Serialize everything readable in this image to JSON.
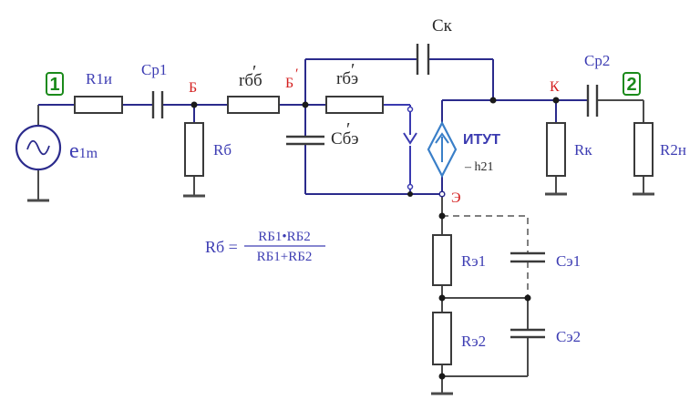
{
  "ports": {
    "input": "1",
    "output": "2"
  },
  "source": {
    "name_main": "e",
    "name_sub": "1m"
  },
  "components": {
    "r1": "R1и",
    "cp1": "Cp1",
    "rb": "Rб",
    "rbb": "rбб",
    "rbe": "rбэ",
    "cbe": "Cбэ",
    "ck": "Cк",
    "itut": "ИТУТ",
    "itut_gain": "– h21",
    "rk": "Rк",
    "cp2": "Cp2",
    "r2": "R2н",
    "re1": "Rэ1",
    "ce1": "Cэ1",
    "re2": "Rэ2",
    "ce2": "Cэ2"
  },
  "nodes": {
    "b": "Б",
    "b_prime": "Б",
    "k": "К",
    "e": "Э"
  },
  "formula": {
    "lhs": "Rб =",
    "numerator": "RБ1•RБ2",
    "denominator": "RБ1+RБ2"
  },
  "colors": {
    "wire": "#2b2b8c",
    "label": "#3d3db3",
    "node_label": "#d42020",
    "port": "#1a8a1a",
    "source": "#2b2b8c",
    "itut": "#3a7fc8"
  }
}
